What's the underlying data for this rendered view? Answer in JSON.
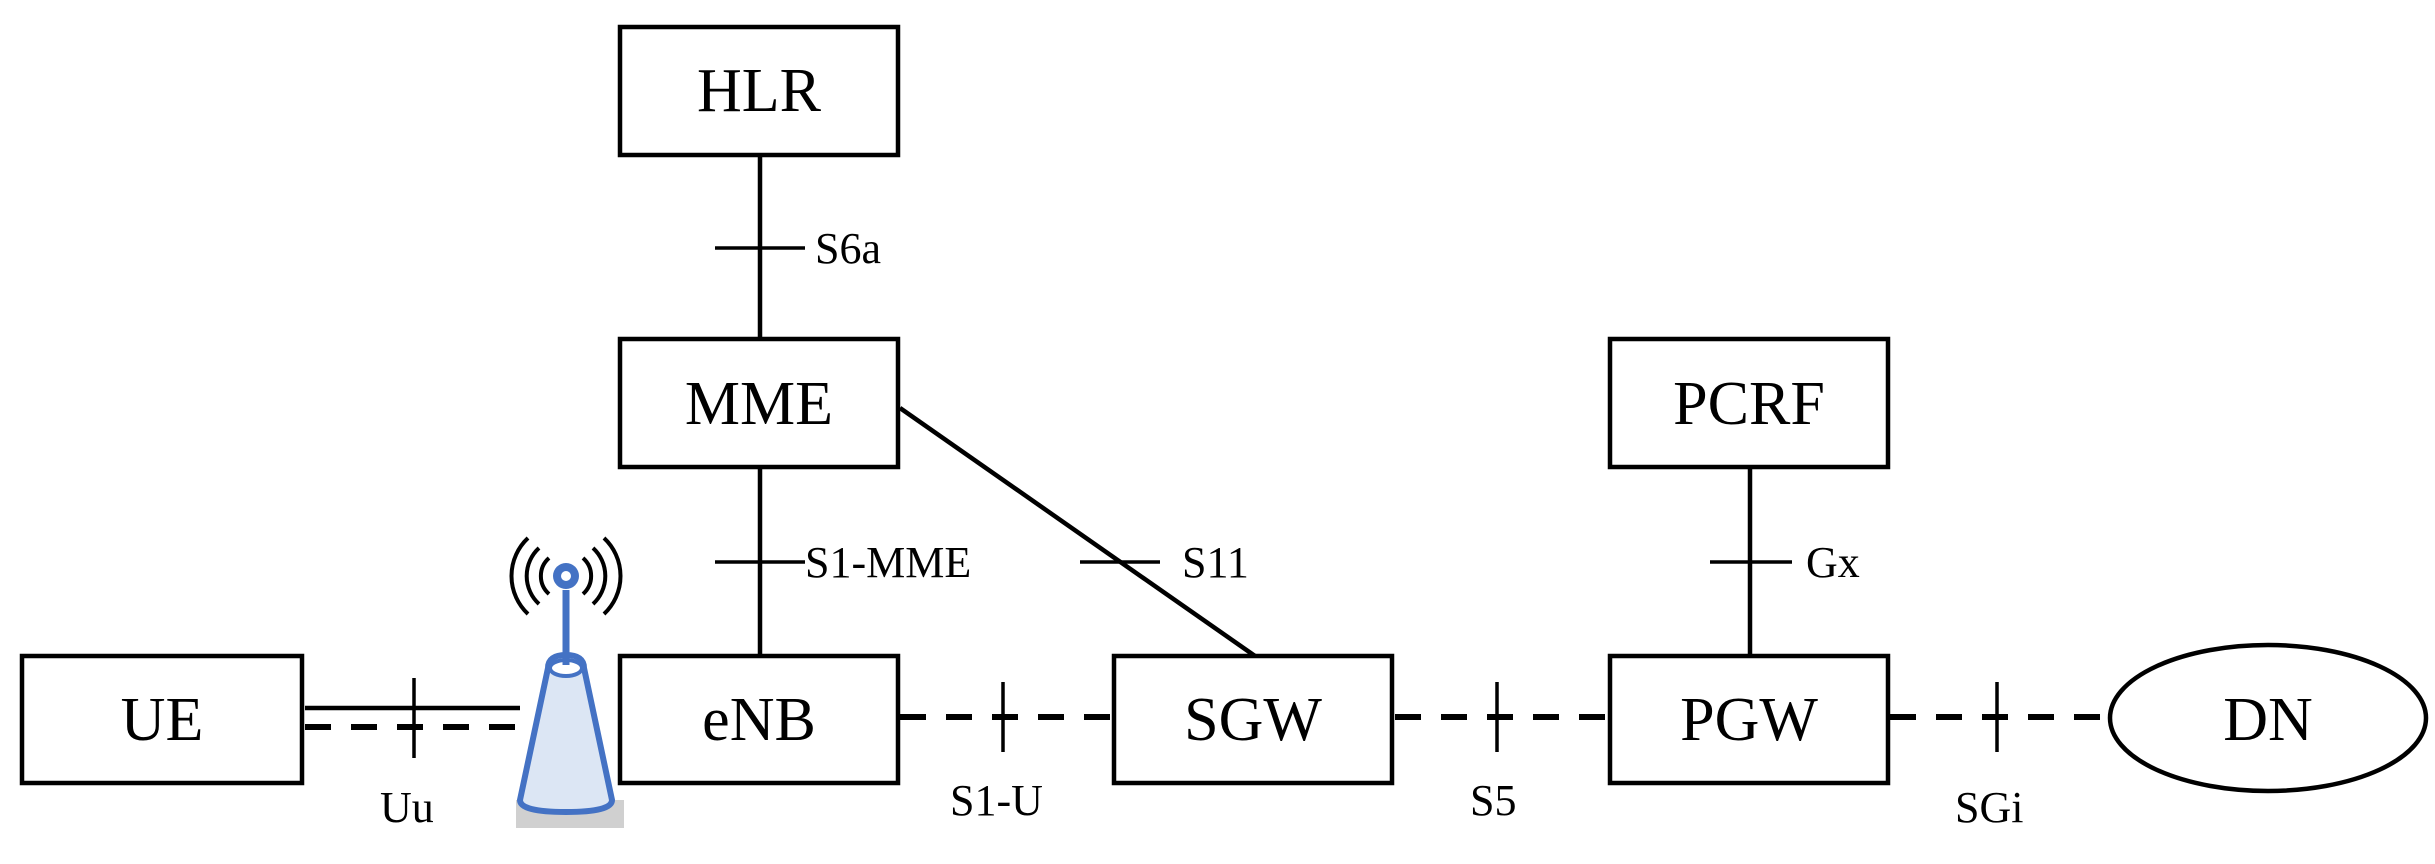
{
  "nodes": {
    "hlr": "HLR",
    "mme": "MME",
    "pcrf": "PCRF",
    "ue": "UE",
    "enb": "eNB",
    "sgw": "SGW",
    "pgw": "PGW",
    "dn": "DN"
  },
  "interfaces": {
    "s6a": "S6a",
    "s1_mme": "S1-MME",
    "s11": "S11",
    "gx": "Gx",
    "uu": "Uu",
    "s1_u": "S1-U",
    "s5": "S5",
    "sgi": "SGi"
  },
  "colors": {
    "antenna": "#4472C4",
    "antenna_fill": "#DCE6F4",
    "antenna_base": "#D0D0D0"
  },
  "icons": {
    "base_station": "radio-antenna-icon"
  }
}
